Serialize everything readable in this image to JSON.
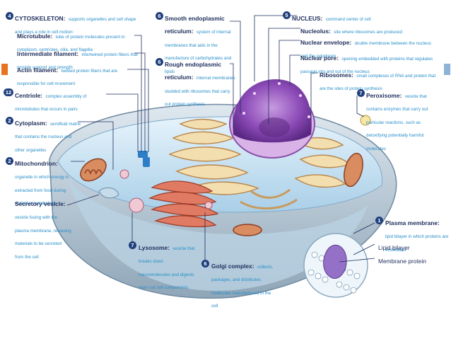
{
  "colors": {
    "heading": "#1f2f5c",
    "description": "#2a8fc9",
    "badge": "#1f3f7d",
    "orange_marker": "#e8731f",
    "blue_marker": "#8fb3d8",
    "cytoplasm": "#cfe6f5",
    "nucleus": "#7a3ea1",
    "golgi": "#c8553c"
  },
  "labels": {
    "cytoskeleton": {
      "num": "4",
      "title": "CYTOSKELETON:",
      "desc": "supports organelles and cell shape and plays a role in cell motion:"
    },
    "microtubule": {
      "title": "Microtubule:",
      "desc": "tube of protein molecules present in cytoplasm, centrioles, cilia, and flagella"
    },
    "intermediate": {
      "title": "Intermediate filament:",
      "desc": "intertwined protein fibers that provide support and strength"
    },
    "actin": {
      "title": "Actin filament:",
      "desc": "twisted protein fibers that are responsible for cell movement"
    },
    "centriole": {
      "num": "12",
      "title": "Centriole:",
      "desc": "complex assembly of microtubules that occurs in pairs"
    },
    "cytoplasm": {
      "num": "2",
      "title": "Cytoplasm:",
      "desc": "semifluid matrix that contains the nucleus and other organelles"
    },
    "mitochondrion": {
      "num": "2",
      "title": "Mitochondrion:",
      "desc": "organelle in which energy is extracted from food during oxidative metabolism"
    },
    "secretory": {
      "title": "Secretory vesicle:",
      "desc": "vesicle fusing with the plasma membrane, releasing materials to be secreted from the cell"
    },
    "smooth_er": {
      "num": "6",
      "title": "Smooth endoplasmic reticulum:",
      "desc": "system of internal membranes that aids in the manufacture of carbohydrates and lipids"
    },
    "rough_er": {
      "num": "6",
      "title": "Rough endoplasmic reticulum:",
      "desc": "internal membranes studded with ribosomes that carry out protein synthesis"
    },
    "nucleus": {
      "num": "5",
      "title": "NUCLEUS:",
      "desc": "command center of cell"
    },
    "nucleolus": {
      "title": "Nucleolus:",
      "desc": "site where ribosomes are produced"
    },
    "nuclear_envelope": {
      "title": "Nuclear envelope:",
      "desc": "double membrane between the nucleus and the cytoplasm"
    },
    "nuclear_pore": {
      "title": "Nuclear pore:",
      "desc": "opening embedded with proteins that regulates passage into and out of the nucleus"
    },
    "ribosomes": {
      "title": "Ribosomes:",
      "desc": "small complexes of RNA and protein that are the sites of protein synthesis"
    },
    "peroxisome": {
      "num": "7",
      "title": "Peroxisome:",
      "desc": "vesicle that contains enzymes that carry out particular reactions, such as detoxifying potentially harmful molecules"
    },
    "lysosome": {
      "num": "7",
      "title": "Lysosome:",
      "desc": "vesicle that breaks down macromolecules and digests worn out cell components"
    },
    "golgi": {
      "num": "6",
      "title": "Golgi complex:",
      "desc": "collects, packages, and distributes molecules manufactured in the cell"
    },
    "plasma_membrane": {
      "num": "1",
      "title": "Plasma membrane:",
      "desc": "lipid bilayer in which proteins are embedded"
    },
    "lipid_bilayer": {
      "title": "Lipid bilayer"
    },
    "membrane_protein": {
      "title": "Membrane protein"
    }
  }
}
